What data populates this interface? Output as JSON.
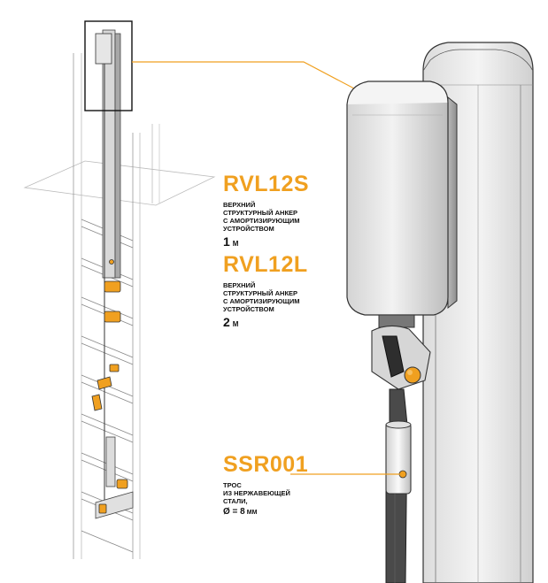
{
  "products": [
    {
      "code": "RVL12S",
      "description_lines": [
        "ВЕРХНИЙ",
        "СТРУКТУРНЫЙ АНКЕР",
        "С АМОРТИЗИРУЮЩИМ",
        "УСТРОЙСТВОМ"
      ],
      "size_value": "1",
      "size_unit": "М"
    },
    {
      "code": "RVL12L",
      "description_lines": [
        "ВЕРХНИЙ",
        "СТРУКТУРНЫЙ АНКЕР",
        "С АМОРТИЗИРУЮЩИМ",
        "УСТРОЙСТВОМ"
      ],
      "size_value": "2",
      "size_unit": "М"
    }
  ],
  "cable": {
    "code": "SSR001",
    "description_lines": [
      "ТРОС",
      "ИЗ НЕРЖАВЕЮЩЕЙ",
      "СТАЛИ,"
    ],
    "diameter_value": "Ø = 8",
    "diameter_unit": "ММ"
  },
  "colors": {
    "accent": "#f0a020",
    "metal_light": "#eeeeee",
    "metal_mid": "#c8c8c8",
    "outline": "#333333",
    "cable": "#4a4a4a"
  }
}
